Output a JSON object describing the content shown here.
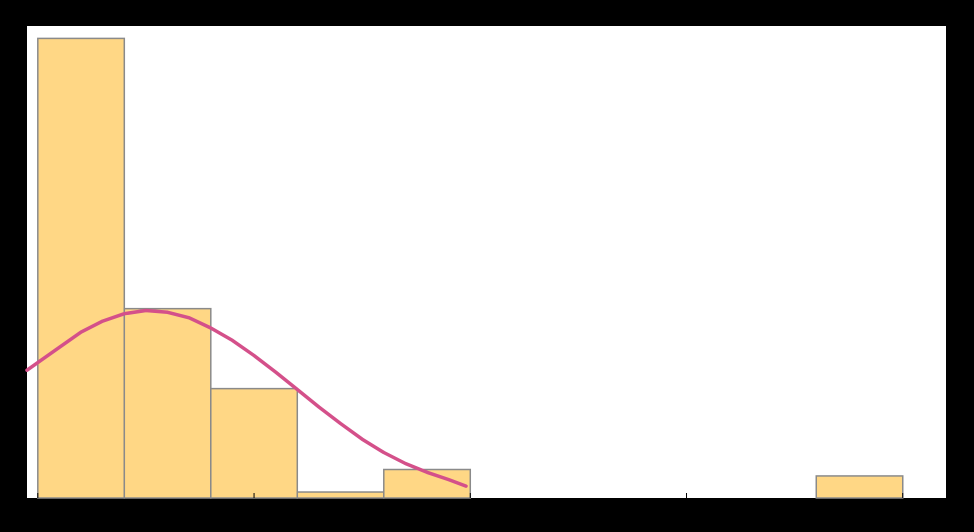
{
  "chart_data": {
    "type": "bar",
    "subtype": "histogram-with-density-curve",
    "title": "",
    "xlabel": "",
    "ylabel": "",
    "bins": [
      {
        "x0": 0.0,
        "x1": 0.4,
        "count": 1.0
      },
      {
        "x0": 0.4,
        "x1": 0.8,
        "count": 0.412
      },
      {
        "x0": 0.8,
        "x1": 1.2,
        "count": 0.238
      },
      {
        "x0": 1.2,
        "x1": 1.6,
        "count": 0.013
      },
      {
        "x0": 1.6,
        "x1": 2.0,
        "count": 0.062
      },
      {
        "x0": 3.6,
        "x1": 4.0,
        "count": 0.048
      }
    ],
    "curve": {
      "x": [
        -0.05,
        0.1,
        0.2,
        0.3,
        0.4,
        0.5,
        0.6,
        0.7,
        0.8,
        0.9,
        1.0,
        1.1,
        1.2,
        1.3,
        1.4,
        1.5,
        1.6,
        1.7,
        1.8,
        1.9,
        1.98
      ],
      "y": [
        0.278,
        0.328,
        0.361,
        0.385,
        0.401,
        0.408,
        0.404,
        0.392,
        0.37,
        0.343,
        0.31,
        0.274,
        0.236,
        0.198,
        0.162,
        0.128,
        0.099,
        0.075,
        0.056,
        0.04,
        0.026
      ]
    },
    "xlim": [
      -0.05,
      4.2
    ],
    "ylim": [
      0,
      1.027
    ],
    "xticks": [
      0,
      1,
      2,
      3,
      4
    ],
    "xticklabels": [
      "",
      "",
      "",
      "",
      ""
    ],
    "grid": false,
    "legend": false,
    "colors": {
      "background": "#000000",
      "plot_area": "#ffffff",
      "bar_fill": "#ffd785",
      "bar_edge": "#8a8a8a",
      "curve": "#d4508a",
      "tick": "#000000"
    }
  }
}
